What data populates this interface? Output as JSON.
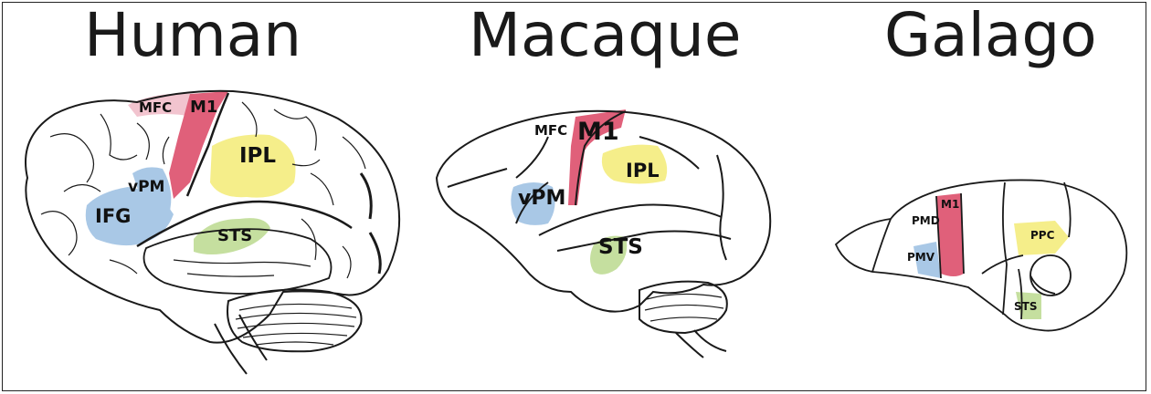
{
  "titles": {
    "human": "Human",
    "macaque": "Macaque",
    "galago": "Galago"
  },
  "human": {
    "mfc": "MFC",
    "m1": "M1",
    "ipl": "IPL",
    "vpm": "vPM",
    "ifg": "IFG",
    "sts": "STS"
  },
  "macaque": {
    "mfc": "MFC",
    "m1": "M1",
    "ipl": "IPL",
    "vpm": "vPM",
    "sts": "STS"
  },
  "galago": {
    "m1": "M1",
    "pmd": "PMD",
    "pmv": "PMV",
    "ppc": "PPC",
    "sts": "STS"
  },
  "colors": {
    "m1": "#e0607a",
    "mfc": "#f2c4cf",
    "ipl": "#f5ee8a",
    "vpm": "#a9c8e6",
    "sts": "#c5df9f"
  }
}
